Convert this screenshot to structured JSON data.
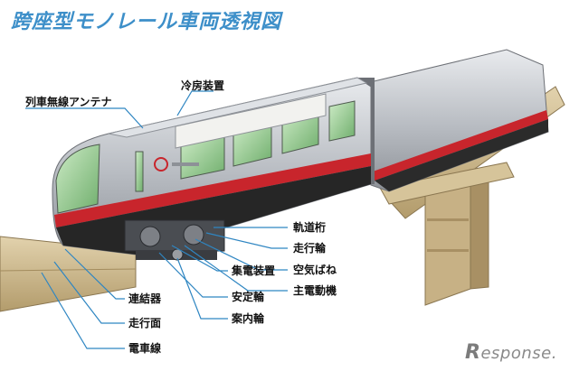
{
  "title": "跨座型モノレール車両透視図",
  "labels": {
    "antenna": "列車無線アンテナ",
    "ac": "冷房装置",
    "track_beam": "軌道桁",
    "running_wheel": "走行輪",
    "air_spring": "空気ばね",
    "main_motor": "主電動機",
    "collector": "集電装置",
    "stabilizing_wheel": "安定輪",
    "guide_wheel": "案内輪",
    "coupler": "連結器",
    "running_surface": "走行面",
    "trolley_wire": "電車線"
  },
  "brand": {
    "r": "R",
    "rest": "esponse."
  },
  "colors": {
    "title": "#3d8fc9",
    "leader": "#2f86c2",
    "body_silver": "#b9bcc1",
    "stripe_red": "#c8252c",
    "window_green": "#8ec98a",
    "beam": "#c9b58a"
  }
}
